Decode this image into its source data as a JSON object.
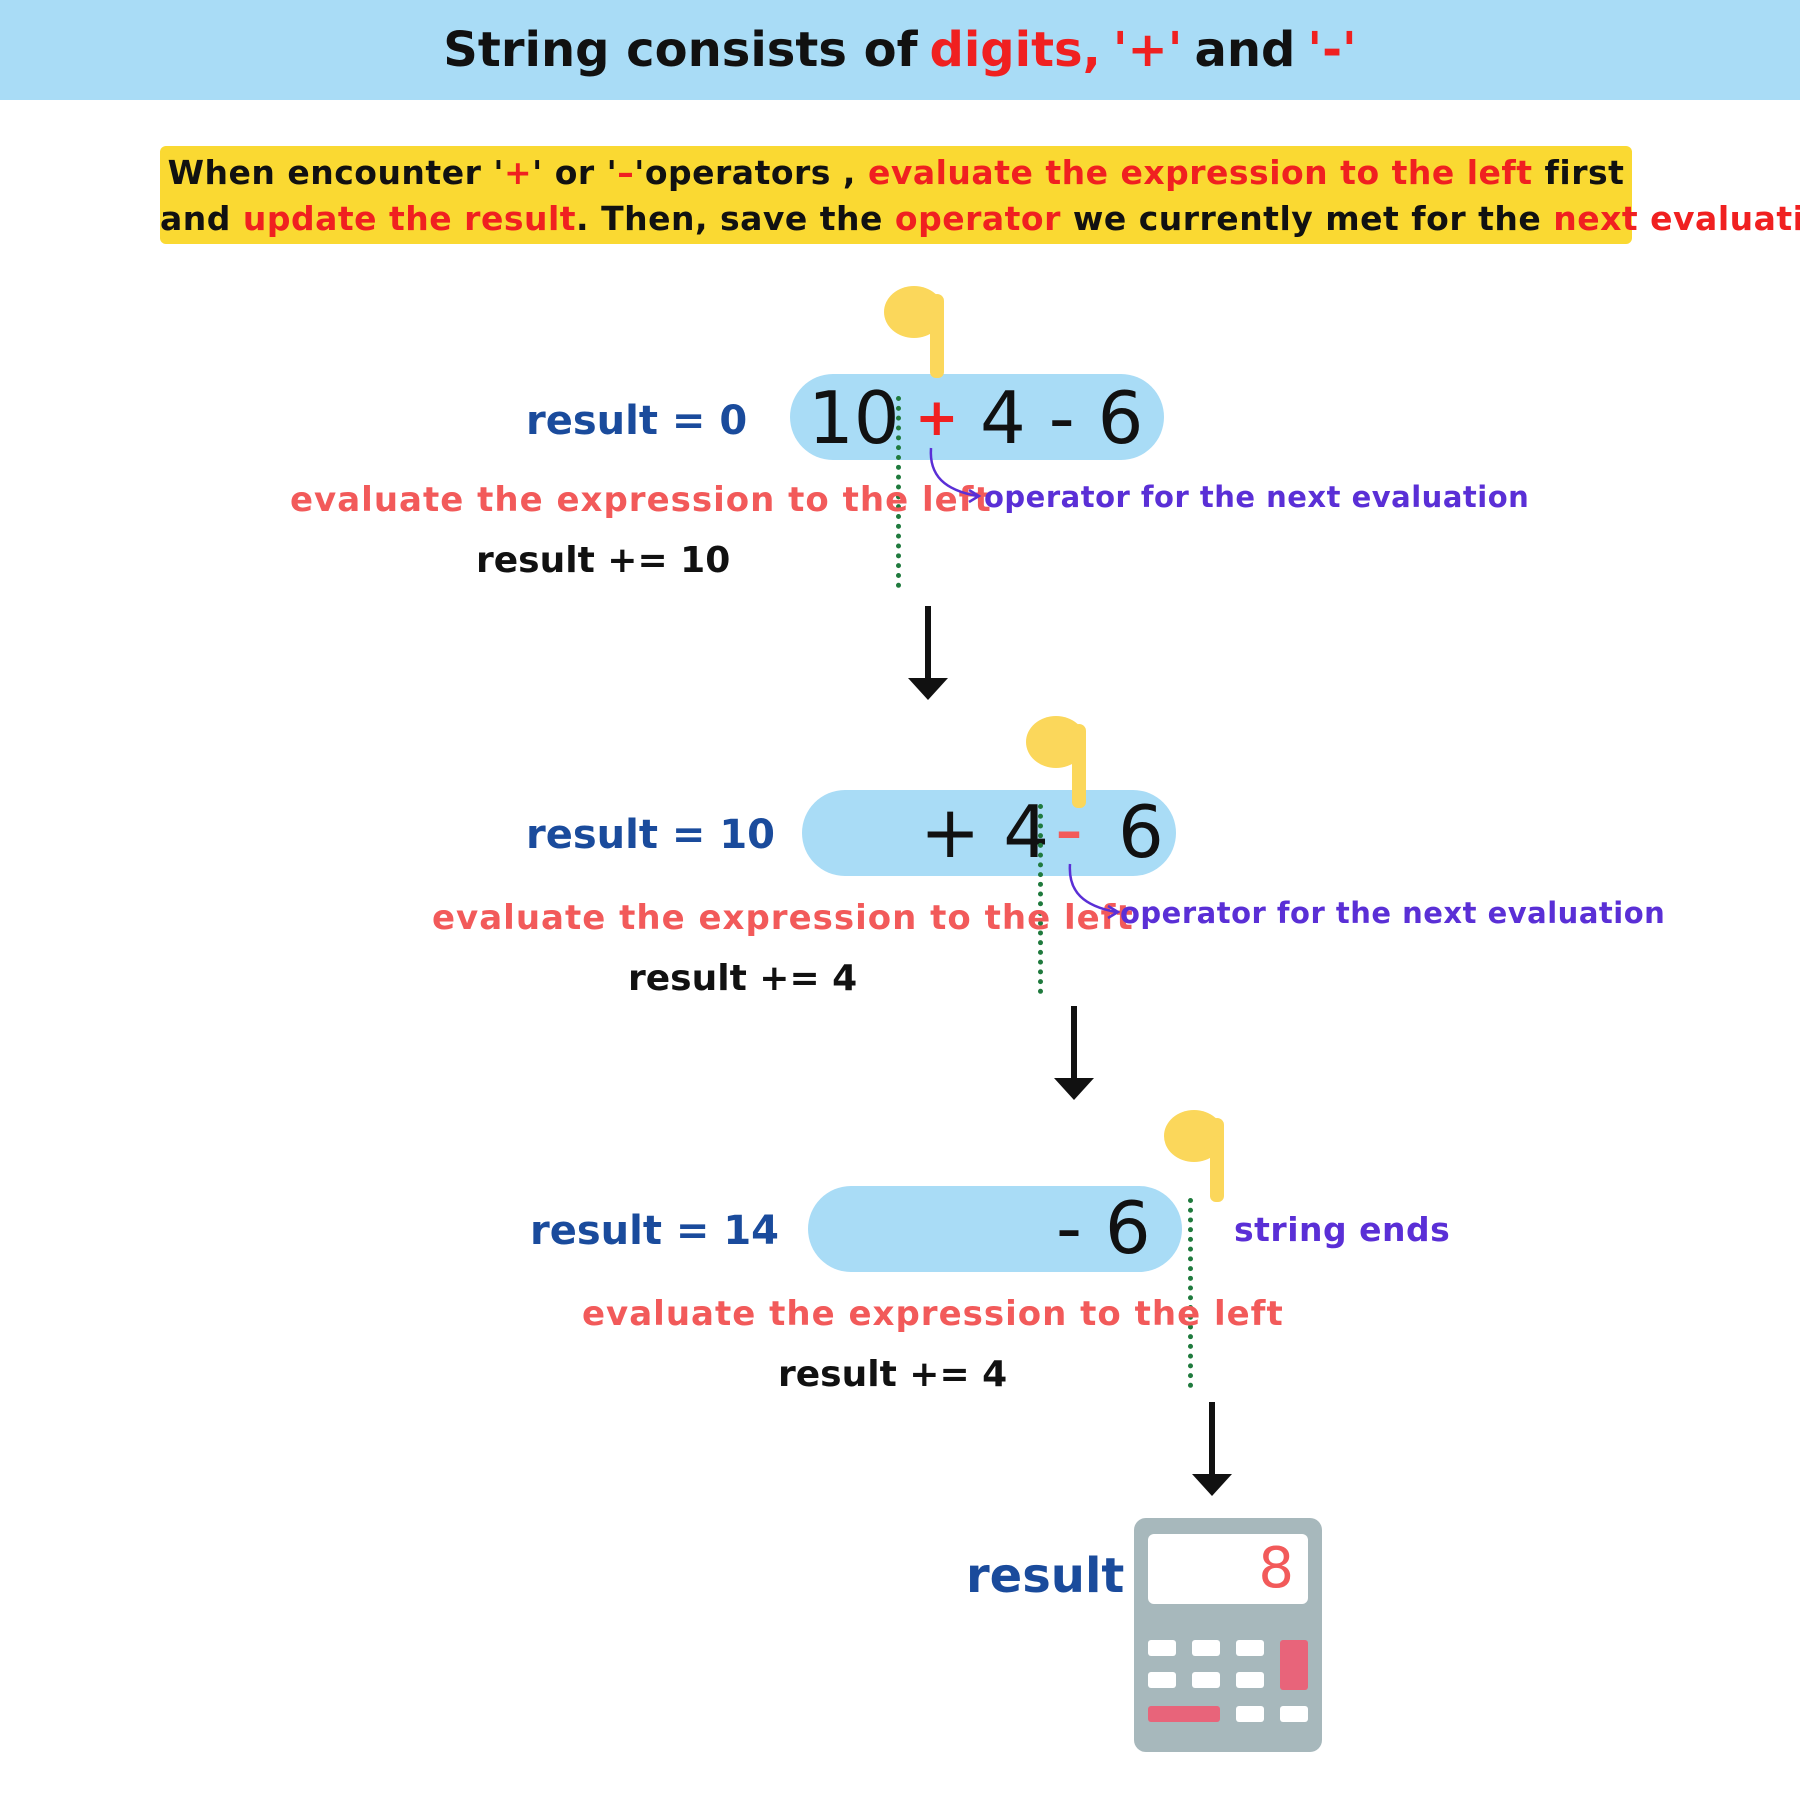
{
  "title": {
    "prefix": "String consists of",
    "digits": "digits,",
    "plus": "'+'",
    "and": "and",
    "minus": "'-'"
  },
  "instruction": {
    "line1": [
      {
        "t": "When encounter '",
        "red": false
      },
      {
        "t": "+",
        "red": true
      },
      {
        "t": "' or '",
        "red": false
      },
      {
        "t": "–",
        "red": true
      },
      {
        "t": "'operators , ",
        "red": false
      },
      {
        "t": "evaluate the expression to the left",
        "red": true
      },
      {
        "t": " first",
        "red": false
      }
    ],
    "line2": [
      {
        "t": "and ",
        "red": false
      },
      {
        "t": "update the result",
        "red": true
      },
      {
        "t": ". Then, save the ",
        "red": false
      },
      {
        "t": "operator",
        "red": true
      },
      {
        "t": " we currently met for the ",
        "red": false
      },
      {
        "t": "next evaluation",
        "red": true
      },
      {
        "t": ".",
        "red": false
      }
    ]
  },
  "steps": [
    {
      "result_label": "result  = 0",
      "expression": {
        "left": "10",
        "op": "+",
        "right": "4 - 6"
      },
      "eval_label": "evaluate the expression to the left",
      "update": "result  += 10",
      "note": "operator for the next evaluation"
    },
    {
      "result_label": "result  = 10",
      "expression": {
        "left": "+ 4",
        "op": "–",
        "right": "6"
      },
      "eval_label": "evaluate the expression to the left",
      "update": "result  += 4",
      "note": "operator for the next evaluation"
    },
    {
      "result_label": "result  = 14",
      "expression": {
        "left": "- 6"
      },
      "eval_label": "evaluate the expression to the left",
      "update": "result  += 4",
      "note": "string ends"
    }
  ],
  "final": {
    "label": "result",
    "value": "8"
  },
  "colors": {
    "title_bg": "#a9dcf6",
    "highlight": "#fad932",
    "pill": "#a9dcf6",
    "red": "#f02020",
    "blue_text": "#1a4b9c",
    "salmon_text": "#f25a5a",
    "purple_text": "#5a2fd6",
    "dotted_line": "#1f7a3d",
    "hand": "#fbd75b",
    "calculator": "#a7b8bc",
    "calc_pink": "#e8647a"
  },
  "icons": [
    "pointing-hand-icon",
    "calculator-icon",
    "down-arrow-icon"
  ]
}
